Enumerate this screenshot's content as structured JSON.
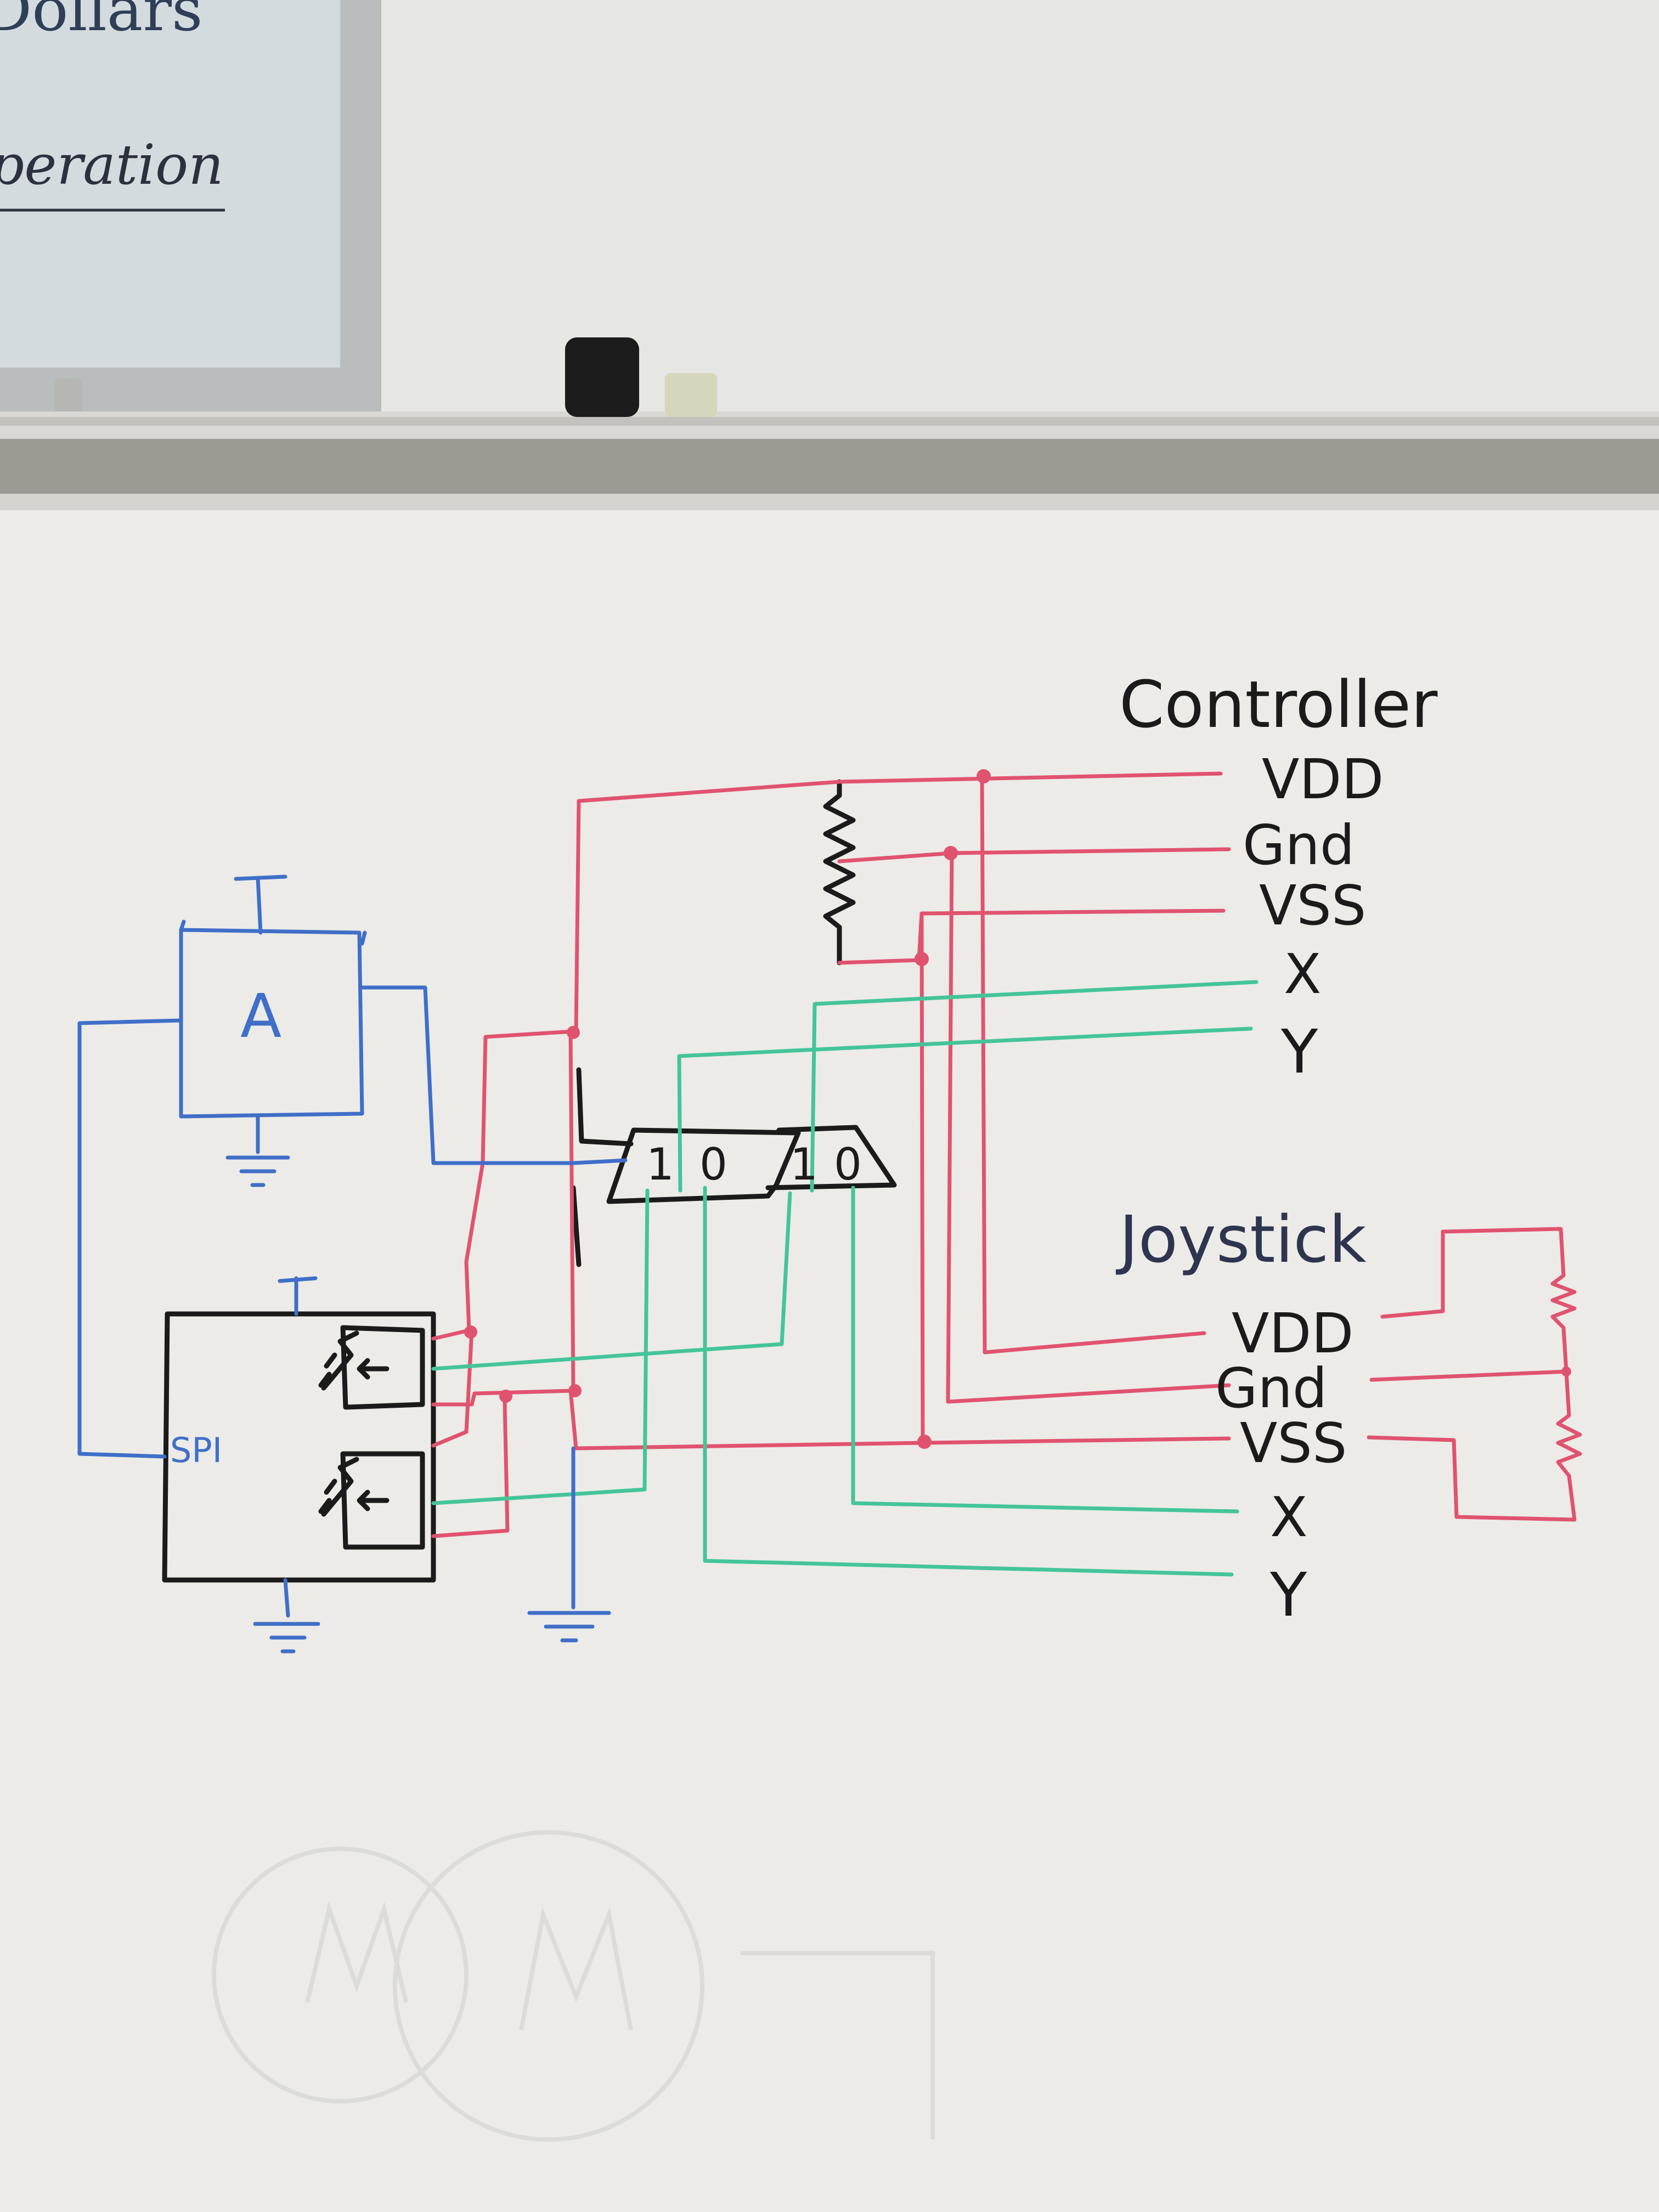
{
  "poster": {
    "heading_fragment": "Dollars",
    "script_fragment": "operation"
  },
  "diagram": {
    "chip_a_label": "A",
    "chip_spi_label": "SPI",
    "mux_inputs": [
      "1",
      "0",
      "1",
      "0"
    ],
    "controller": {
      "title": "Controller",
      "pins": [
        "VDD",
        "Gnd",
        "VSS",
        "X",
        "Y"
      ]
    },
    "joystick": {
      "title": "Joystick",
      "pins": [
        "VDD",
        "Gnd",
        "VSS",
        "X",
        "Y"
      ]
    }
  },
  "colors": {
    "wall": "#c8c9c4",
    "board": "#ecebe7",
    "power_wire": "#e0536e",
    "signal_wire": "#44c49a",
    "ground_wire": "#3f6fc8",
    "ink": "#1b1b1b"
  }
}
